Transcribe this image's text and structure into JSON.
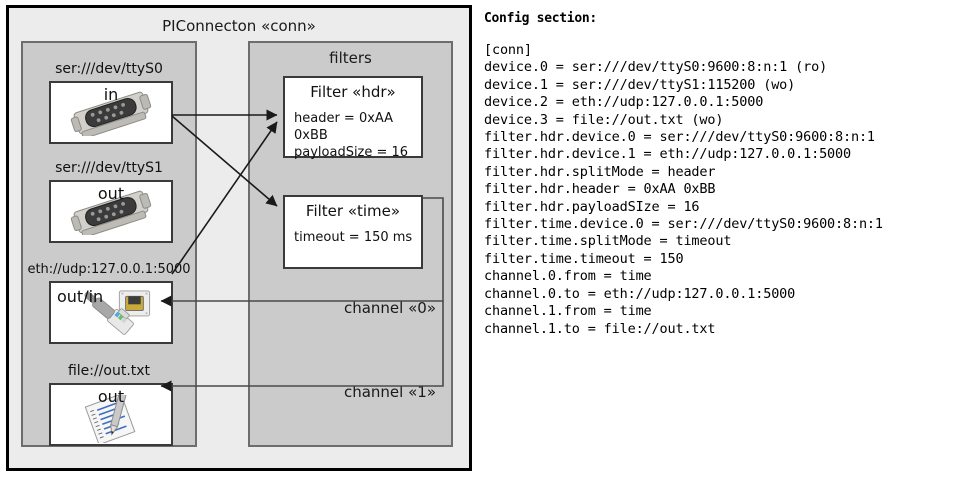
{
  "diagram": {
    "title": "PIConnecton «conn»",
    "devices_panel": {
      "entries": [
        {
          "label": "ser:///dev/ttyS0",
          "mode": "in",
          "icon": "serial-port-icon"
        },
        {
          "label": "ser:///dev/ttyS1",
          "mode": "out",
          "icon": "serial-port-icon"
        },
        {
          "label": "eth://udp:127.0.0.1:5000",
          "mode": "out/in",
          "icon": "network-jack-icon"
        },
        {
          "label": "file://out.txt",
          "mode": "out",
          "icon": "text-document-icon"
        }
      ]
    },
    "filters_panel": {
      "title": "filters",
      "filters": [
        {
          "title": "Filter «hdr»",
          "props": [
            "header = 0xAA 0xBB",
            "payloadSize = 16"
          ]
        },
        {
          "title": "Filter «time»",
          "props": [
            "timeout = 150 ms"
          ]
        }
      ],
      "channels": [
        {
          "label": "channel «0»"
        },
        {
          "label": "channel «1»"
        }
      ]
    }
  },
  "config": {
    "heading": "Config section:",
    "text": "[conn]\ndevice.0 = ser:///dev/ttyS0:9600:8:n:1 (ro)\ndevice.1 = ser:///dev/ttyS1:115200 (wo)\ndevice.2 = eth://udp:127.0.0.1:5000\ndevice.3 = file://out.txt (wo)\nfilter.hdr.device.0 = ser:///dev/ttyS0:9600:8:n:1\nfilter.hdr.device.1 = eth://udp:127.0.0.1:5000\nfilter.hdr.splitMode = header\nfilter.hdr.header = 0xAA 0xBB\nfilter.hdr.payloadSIze = 16\nfilter.time.device.0 = ser:///dev/ttyS0:9600:8:n:1\nfilter.time.splitMode = timeout\nfilter.time.timeout = 150\nchannel.0.from = time\nchannel.0.to = eth://udp:127.0.0.1:5000\nchannel.1.from = time\nchannel.1.to = file://out.txt"
  },
  "colors": {
    "frame_border": "#000000",
    "frame_fill": "#ececec",
    "panel_fill": "#cbcbcb",
    "panel_border": "#6d6d6d",
    "box_border": "#3a3a3a",
    "box_fill": "#ffffff",
    "arrow": "#1a1a1a"
  }
}
